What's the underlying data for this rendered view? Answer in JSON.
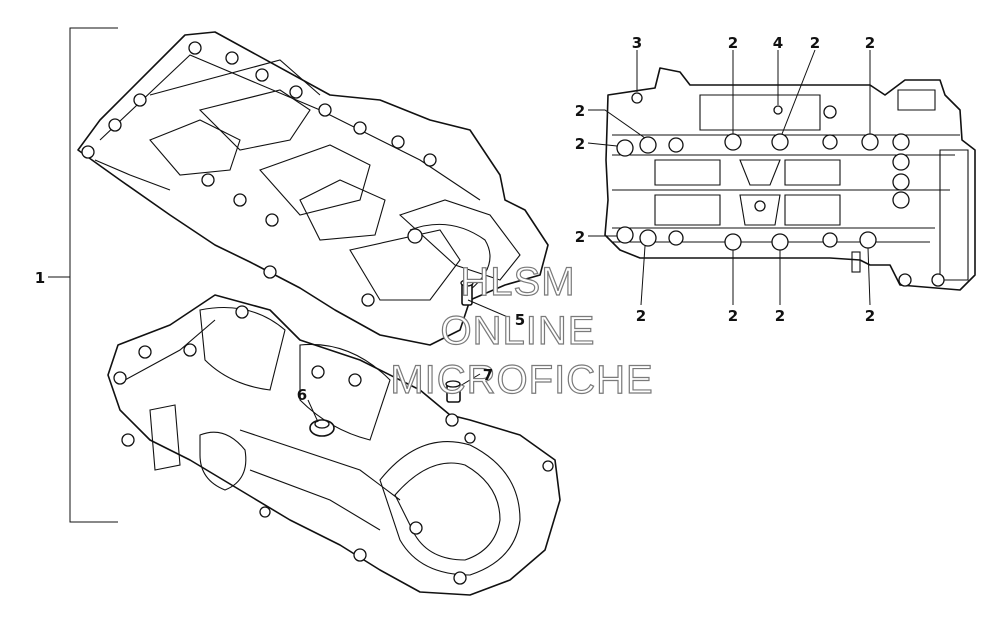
{
  "diagram": {
    "callouts": {
      "assembly": "1",
      "bolt": "2",
      "plug": "3",
      "stud": "4",
      "pin_upper": "5",
      "bushing": "6",
      "pin_lower": "7"
    },
    "watermark": {
      "line1": "HLSM",
      "line2": "ONLINE",
      "line3": "MICROFICHE"
    }
  }
}
